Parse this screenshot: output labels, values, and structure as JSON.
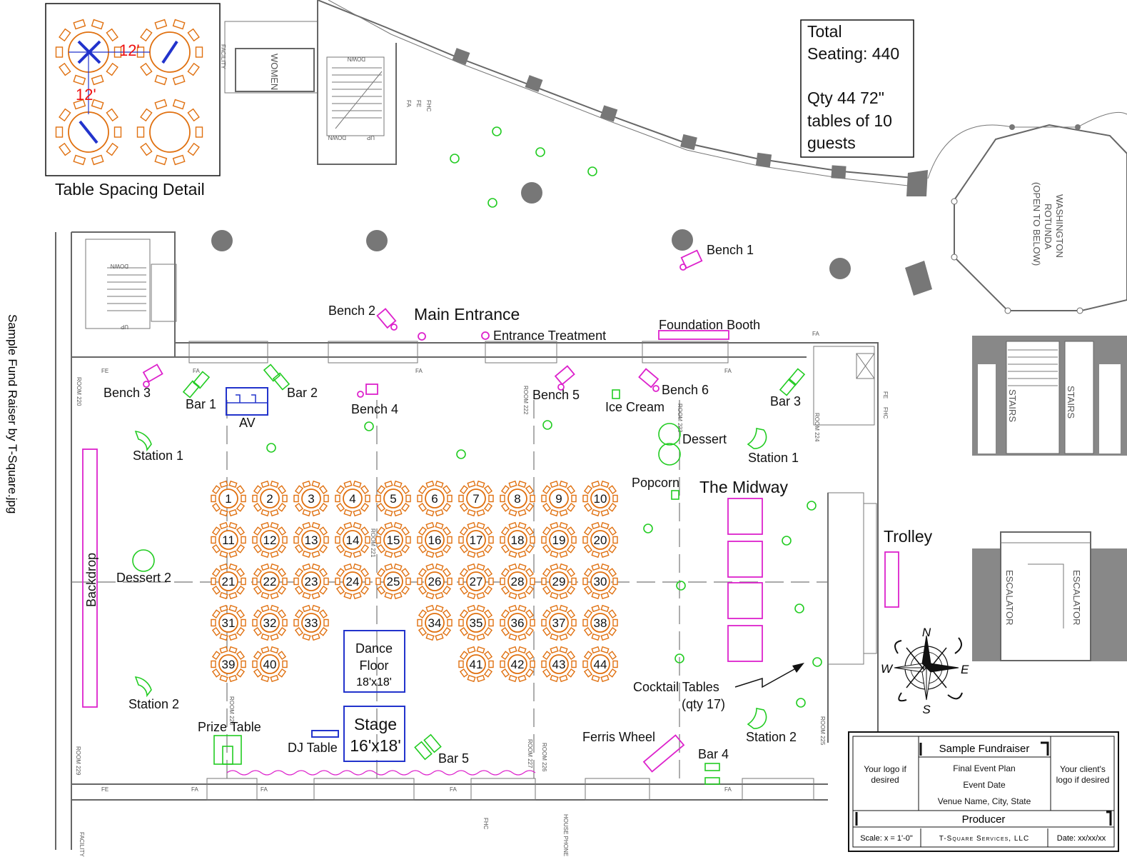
{
  "side_caption": "Sample Fund Raiser by T-Square.jpg",
  "detail": {
    "title": "Table Spacing Detail",
    "spacing_h": "12'",
    "spacing_v": "12'"
  },
  "seating_box": {
    "line1": "Total",
    "line2": "Seating: 440",
    "line3": "Qty 44 72\"",
    "line4": "tables of 10",
    "line5": "guests"
  },
  "venue_labels": {
    "women": "WOMEN",
    "rotunda1": "WASHINGTON",
    "rotunda2": "ROTUNDA",
    "rotunda3": "(OPEN TO BELOW)",
    "stairs_left": "STAIRS",
    "stairs_right": "STAIRS",
    "escalator_left": "ESCALATOR",
    "escalator_right": "ESCALATOR",
    "down": "DOWN",
    "up": "UP",
    "room220": "ROOM 220",
    "room221": "ROOM 221",
    "room222": "ROOM 222",
    "room223": "ROOM 223",
    "room224": "ROOM 224",
    "room225": "ROOM 225",
    "room226": "ROOM 226",
    "room227": "ROOM 227",
    "room228": "ROOM 228",
    "room229": "ROOM 229",
    "fa": "FA",
    "fe": "FE",
    "fhc": "FHC",
    "facility": "FACILITY",
    "house_phone": "HOUSE PHONE"
  },
  "labels": {
    "main_entrance": "Main Entrance",
    "entrance_treatment": "Entrance Treatment",
    "foundation_booth": "Foundation Booth",
    "bench1": "Bench 1",
    "bench2": "Bench 2",
    "bench3": "Bench 3",
    "bench4": "Bench 4",
    "bench5": "Bench 5",
    "bench6": "Bench 6",
    "bar1": "Bar 1",
    "bar2": "Bar 2",
    "bar3": "Bar 3",
    "bar4": "Bar 4",
    "bar5": "Bar 5",
    "av": "AV",
    "ice_cream": "Ice Cream",
    "dessert": "Dessert",
    "dessert2": "Dessert 2",
    "station1_left": "Station 1",
    "station1_right": "Station 1",
    "station2_left": "Station 2",
    "station2_right": "Station 2",
    "popcorn": "Popcorn",
    "midway": "The Midway",
    "trolley": "Trolley",
    "backdrop": "Backdrop",
    "dance1": "Dance",
    "dance2": "Floor",
    "dance3": "18'x18'",
    "stage1": "Stage",
    "stage2": "16'x18'",
    "dj_table": "DJ Table",
    "prize_table": "Prize Table",
    "ferris_wheel": "Ferris Wheel",
    "cocktail1": "Cocktail Tables",
    "cocktail2": "(qty 17)"
  },
  "compass": {
    "n": "N",
    "s": "S",
    "e": "E",
    "w": "W"
  },
  "title_block": {
    "event": "Sample Fundraiser",
    "plan": "Final Event Plan",
    "date": "Event Date",
    "venue": "Venue Name, City, State",
    "producer": "Producer",
    "logo_left": [
      "Your logo if",
      "desired"
    ],
    "logo_right": [
      "Your client's",
      "logo if desired"
    ],
    "scale": "Scale: x = 1'-0\"",
    "company": "T-Square Services, LLC",
    "date_field": "Date: xx/xx/xx"
  },
  "tables": [
    "1",
    "2",
    "3",
    "4",
    "5",
    "6",
    "7",
    "8",
    "9",
    "10",
    "11",
    "12",
    "13",
    "14",
    "15",
    "16",
    "17",
    "18",
    "19",
    "20",
    "21",
    "22",
    "23",
    "24",
    "25",
    "26",
    "27",
    "28",
    "29",
    "30",
    "31",
    "32",
    "33",
    "34",
    "35",
    "36",
    "37",
    "38",
    "39",
    "40",
    "41",
    "42",
    "43",
    "44"
  ],
  "colors": {
    "tables": "#e0700f",
    "rentals": "#22cc22",
    "magenta": "#dd22cc",
    "blue": "#2233cc",
    "walls": "#666666",
    "detail_text": "#ee1111"
  }
}
